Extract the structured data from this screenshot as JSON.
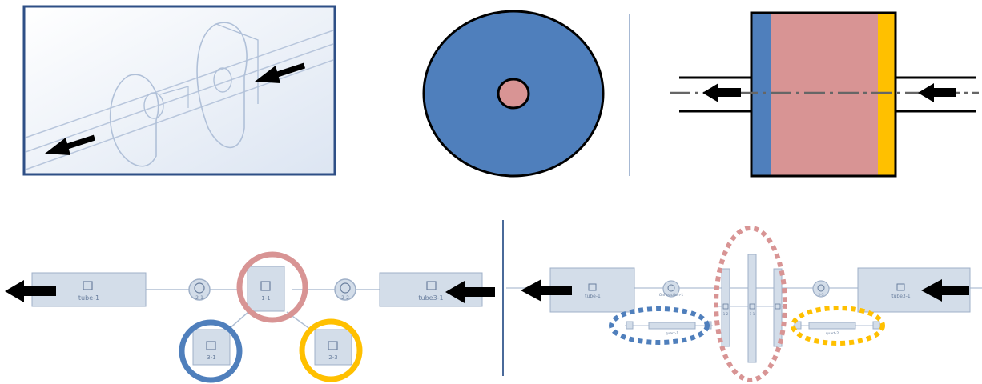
{
  "colors": {
    "diagram_blue": "#4f7fbc",
    "diagram_pink": "#d89494",
    "diagram_yellow": "#ffc000",
    "node_fill": "#d3dde9",
    "node_stroke": "#9fb0c8",
    "divider": "#8aa2c6",
    "sketch_frame": "#2e4f86"
  },
  "flowsheet_left": {
    "tube_out_label": "tube-1",
    "connector_a_label": "2-1",
    "center_node_label": "1-1",
    "connector_b_label": "2-2",
    "tube_in_label": "tube3-1",
    "lower_left_label": "3-1",
    "lower_right_label": "2-3"
  },
  "flowsheet_right": {
    "tube_out_label": "tube-1",
    "connector_a_label": "OnReaction-1",
    "column_label_1": "1-2",
    "column_label_2": "1-1",
    "connector_b_label": "2-3",
    "tube_in_label": "tube3-1",
    "quart_left_label": "quart-1",
    "quart_right_label": "quart-2"
  }
}
